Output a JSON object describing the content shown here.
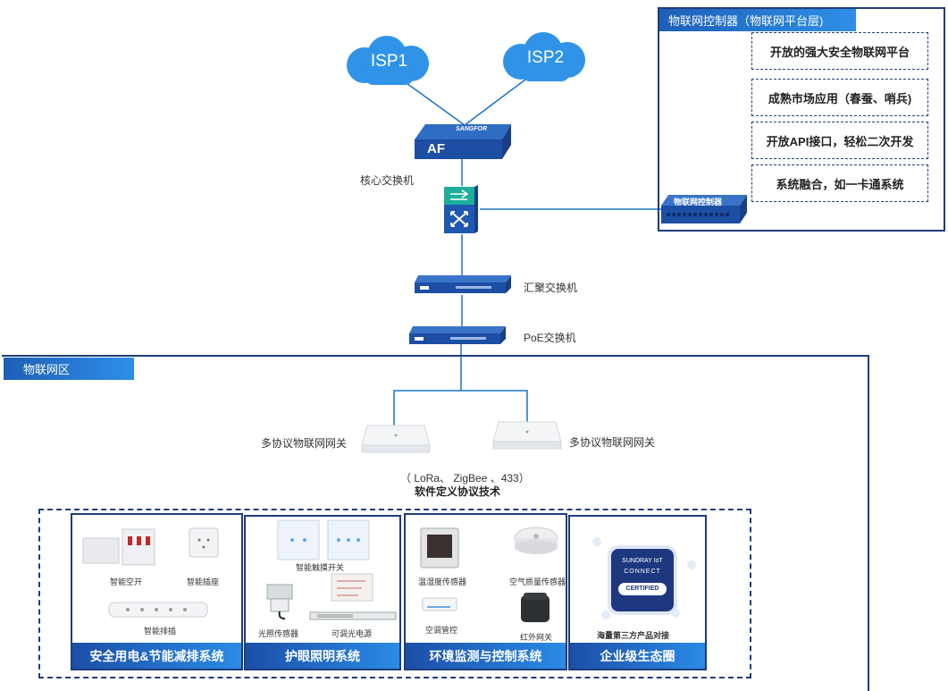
{
  "clouds": [
    "ISP1",
    "ISP2"
  ],
  "firewall": {
    "brand": "SANGFOR",
    "model": "AF"
  },
  "core_switch_label": "核心交换机",
  "agg_switch_label": "汇聚交换机",
  "poe_switch_label": "PoE交换机",
  "controller": {
    "title": "物联网控制器（物联网平台层)",
    "device_label": "物联网控制器",
    "features": [
      "开放的强大安全物联网平台",
      "成熟市场应用（春蚕、哨兵)",
      "开放API接口，轻松二次开发",
      "系统融合，如一卡通系统"
    ]
  },
  "iot_zone": {
    "title": "物联网区",
    "gateway_left": "多协议物联网网关",
    "gateway_right": "多协议物联网网关",
    "protocols": "（ LoRa、 ZigBee 、433）",
    "protocol_title": "软件定义协议技术"
  },
  "subsystems": [
    {
      "title": "安全用电&节能减排系统",
      "devices": [
        "智能空开",
        "智能插座",
        "智能排插"
      ]
    },
    {
      "title": "护眼照明系统",
      "devices": [
        "智能触摸开关",
        "光照传感器",
        "可调光电源"
      ]
    },
    {
      "title": "环境监测与控制系统",
      "devices": [
        "温湿度传感器",
        "空气质量传感器",
        "空调管控",
        "红外网关"
      ]
    },
    {
      "title": "企业级生态圈",
      "badge_top": "SUNDRAY IoT",
      "badge_mid": "CONNECT",
      "badge_btn": "CERTIFIED",
      "caption": "海量第三方产品对接"
    }
  ]
}
